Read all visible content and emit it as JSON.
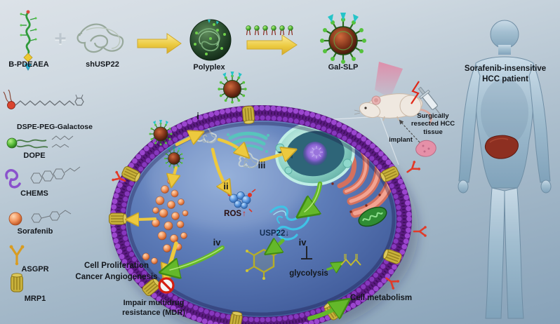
{
  "synthesis": {
    "b_pdeaea": "B-PDEAEA",
    "plus": "+",
    "shusp22": "shUSP22",
    "polyplex": "Polyplex",
    "gal_slp": "Gal-SLP"
  },
  "legend": {
    "dspe": "DSPE-PEG-Galactose",
    "dope": "DOPE",
    "chems": "CHEMS",
    "sorafenib": "Sorafenib",
    "asgpr": "ASGPR",
    "mrp1": "MRP1"
  },
  "pathway": {
    "step_i": "i",
    "step_ii": "ii",
    "step_iii": "iii",
    "step_iv_left": "iv",
    "step_iv_right": "iv",
    "ros": "ROS",
    "ros_arrow": "↑",
    "usp22": "USP22↓",
    "glycolysis": "glycolysis",
    "proliferation": "Cell Proliferation",
    "angiogenesis": "Cancer Angiogenesis",
    "mdr_line1": "Impair multidrug",
    "mdr_line2": "resistance (MDR)",
    "metabolism": "Cell metabolism"
  },
  "in_vivo": {
    "implant": "implant",
    "resected": "Surgically resected HCC tissue",
    "patient_line1": "Sorafenib-insensitive",
    "patient_line2": "HCC patient"
  },
  "colors": {
    "membrane_purple": "#6a1f90",
    "cytoplasm_blue": "#4a6aa8",
    "arrow_yellow": "#edc93e",
    "arrow_green": "#64b82a",
    "sorafenib_orange": "#ef8a55",
    "ros_blue": "#3f7fd0",
    "usp22_cyan": "#3fc2e6",
    "nucleus_teal": "#74c4bc",
    "er_pink": "#d4705e",
    "liver_red": "#8c2818"
  }
}
